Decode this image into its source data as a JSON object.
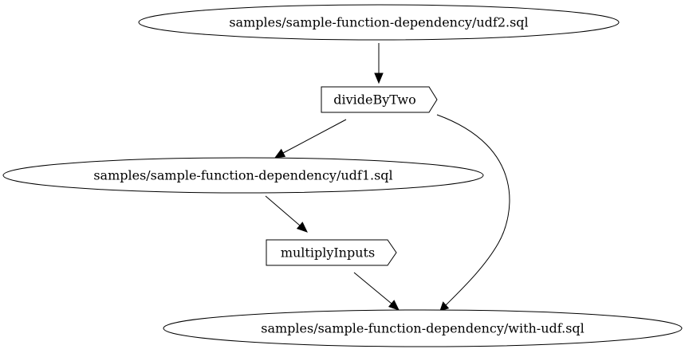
{
  "graph": {
    "nodes": {
      "udf2_sql": {
        "label": "samples/sample-function-dependency/udf2.sql",
        "shape": "ellipse"
      },
      "divide_by_two": {
        "label": "divideByTwo",
        "shape": "cds"
      },
      "udf1_sql": {
        "label": "samples/sample-function-dependency/udf1.sql",
        "shape": "ellipse"
      },
      "multiply_inputs": {
        "label": "multiplyInputs",
        "shape": "cds"
      },
      "with_udf_sql": {
        "label": "samples/sample-function-dependency/with-udf.sql",
        "shape": "ellipse"
      }
    },
    "edges": [
      {
        "from": "udf2_sql",
        "to": "divide_by_two"
      },
      {
        "from": "divide_by_two",
        "to": "udf1_sql"
      },
      {
        "from": "divide_by_two",
        "to": "with_udf_sql"
      },
      {
        "from": "udf1_sql",
        "to": "multiply_inputs"
      },
      {
        "from": "multiply_inputs",
        "to": "with_udf_sql"
      }
    ]
  }
}
